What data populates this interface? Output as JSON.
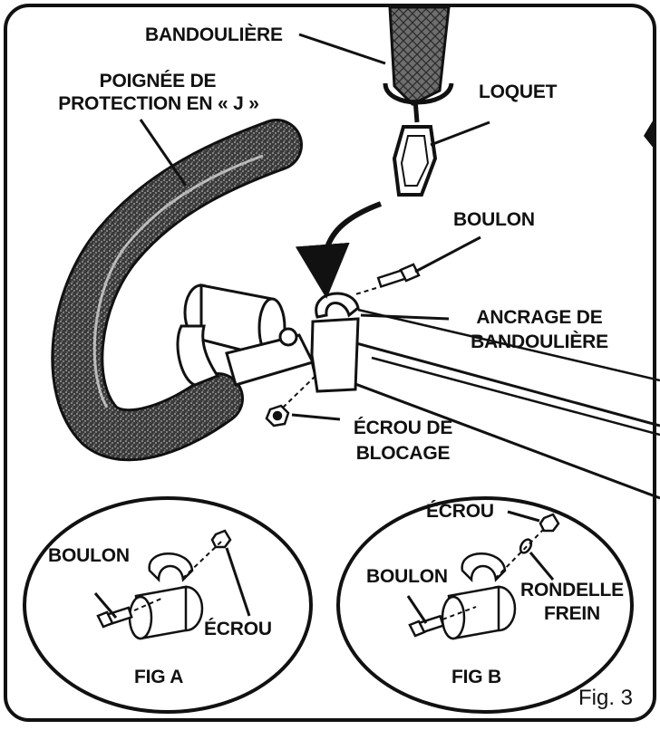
{
  "figure_label": "Fig. 3",
  "main": {
    "bandouliere": "BANDOULIÈRE",
    "poignee_line1": "POIGNÉE DE",
    "poignee_line2": "PROTECTION EN « J »",
    "loquet": "LOQUET",
    "boulon": "BOULON",
    "ancrage_line1": "ANCRAGE DE",
    "ancrage_line2": "BANDOULIÈRE",
    "ecrou_blocage_line1": "ÉCROU DE",
    "ecrou_blocage_line2": "BLOCAGE"
  },
  "fig_a": {
    "title": "FIG A",
    "boulon": "BOULON",
    "ecrou": "ÉCROU"
  },
  "fig_b": {
    "title": "FIG B",
    "ecrou": "ÉCROU",
    "boulon": "BOULON",
    "rondelle_line1": "RONDELLE",
    "rondelle_line2": "FREIN"
  }
}
